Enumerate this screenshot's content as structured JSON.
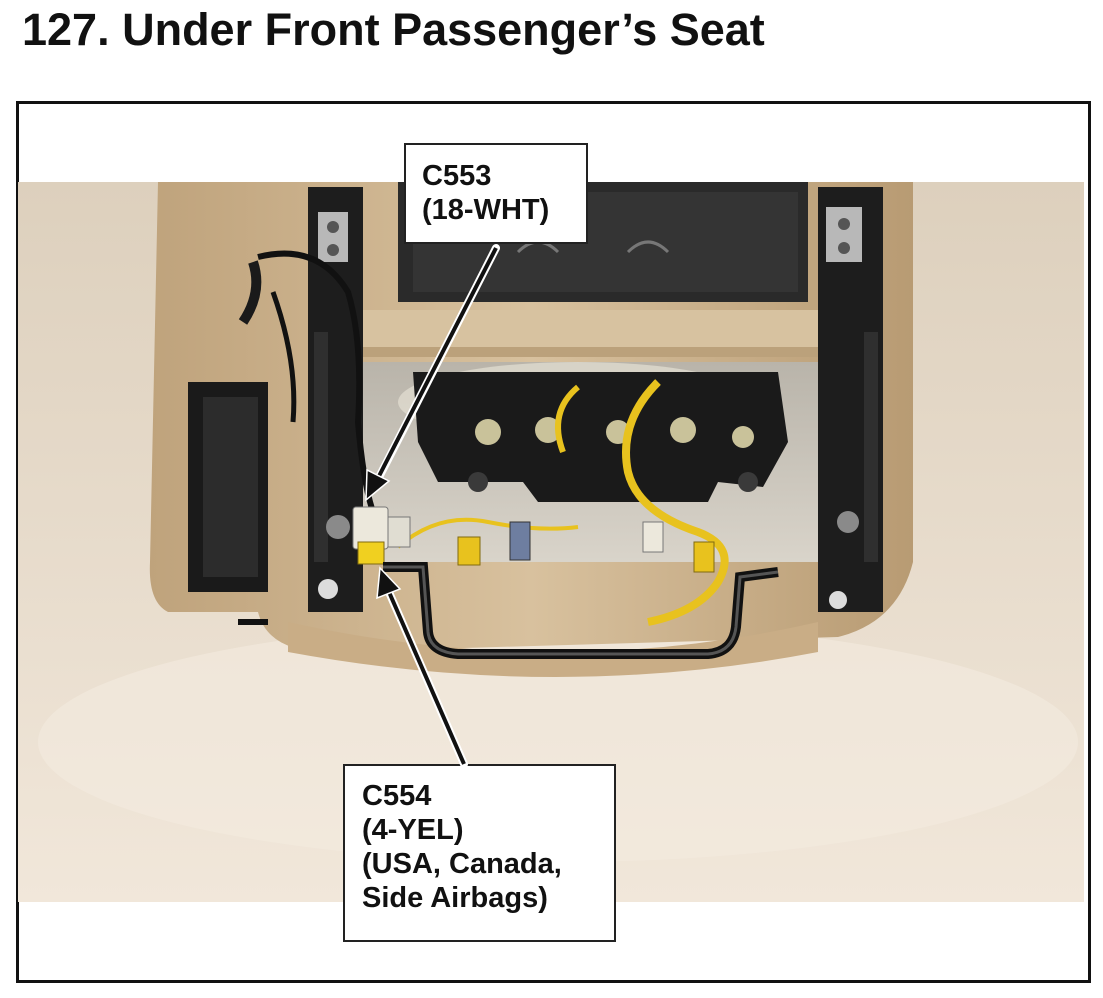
{
  "page": {
    "title": "127.  Under Front Passenger’s Seat"
  },
  "figure": {
    "callouts": [
      {
        "lines": [
          "C553",
          "(18-WHT)"
        ]
      },
      {
        "lines": [
          "C554",
          "(4-YEL)",
          "(USA, Canada,",
          "Side Airbags)"
        ]
      }
    ]
  },
  "colors": {
    "background": "#e8dccb",
    "seat_trim": "#cdb38f",
    "metal_frame": "#1c1c1c",
    "connector_yellow": "#e8c21e",
    "connector_white": "#ece8dc",
    "seat_fabric": "#2b2b2b"
  }
}
